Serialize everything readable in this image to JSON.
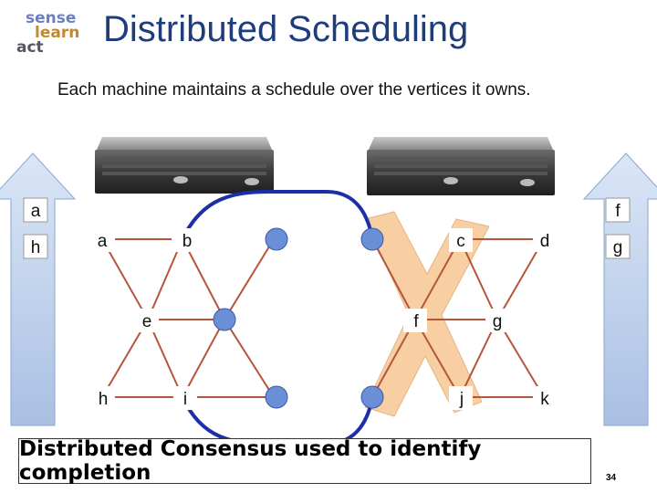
{
  "logo": {
    "line1": "sense",
    "line2": "learn",
    "line3": "act"
  },
  "title": "Distributed Scheduling",
  "subtitle": "Each machine maintains a schedule over the vertices it owns.",
  "footer": "Distributed Consensus used to identify completion",
  "page_number": "34",
  "queues": {
    "left": [
      "a",
      "h"
    ],
    "right": [
      "f",
      "g"
    ]
  },
  "graph": {
    "vertices": [
      "a",
      "b",
      "c",
      "d",
      "e",
      "f",
      "g",
      "h",
      "i",
      "j",
      "k"
    ],
    "colors": {
      "queue_fill": "#a8c0e6",
      "vertex_fill": "#6b8fd6",
      "edge": "#b5553a",
      "cross_edge": "#1b2fa8",
      "x_highlight": "#f6c794"
    }
  }
}
